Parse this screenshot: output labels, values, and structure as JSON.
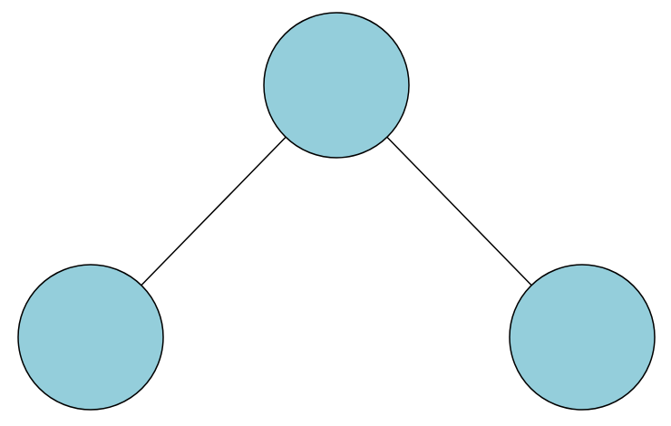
{
  "diagram": {
    "type": "tree",
    "colors": {
      "node_fill": "#94cedb",
      "node_stroke": "#000000",
      "edge_stroke": "#000000",
      "background": "#ffffff"
    },
    "nodes": [
      {
        "id": "root",
        "label": ""
      },
      {
        "id": "left-child",
        "label": ""
      },
      {
        "id": "right-child",
        "label": ""
      }
    ],
    "edges": [
      {
        "from": "root",
        "to": "left-child"
      },
      {
        "from": "root",
        "to": "right-child"
      }
    ]
  }
}
